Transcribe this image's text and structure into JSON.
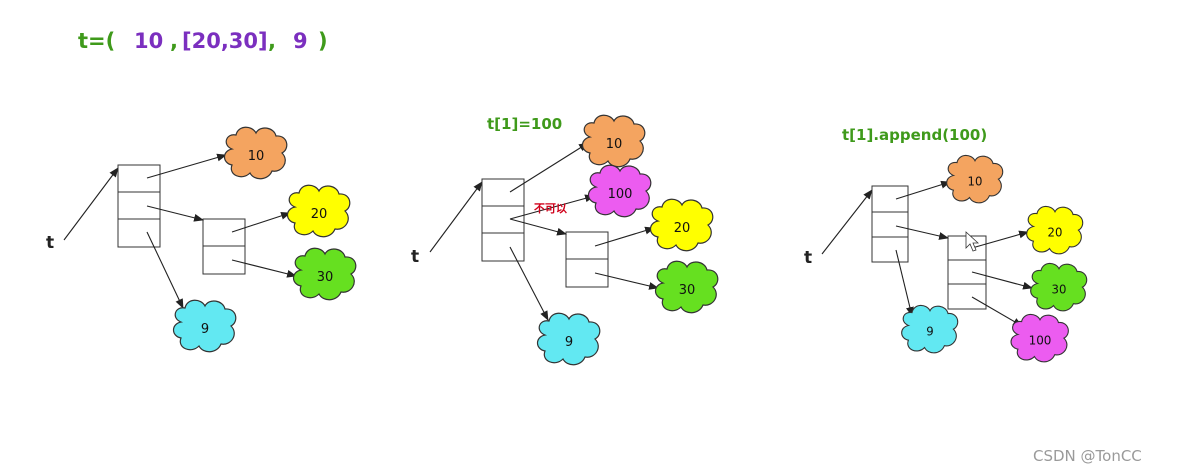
{
  "header": {
    "parts": [
      {
        "text": "t=(",
        "color": "#3f9a1b"
      },
      {
        "text": "10",
        "color": "#7b2fbf"
      },
      {
        "text": ",",
        "color": "#3f9a1b"
      },
      {
        "text": "[20,30]",
        "color": "#7b2fbf"
      },
      {
        "text": ",",
        "color": "#3f9a1b"
      },
      {
        "text": "9",
        "color": "#7b2fbf"
      },
      {
        "text": ")",
        "color": "#3f9a1b"
      }
    ]
  },
  "diagrams": [
    {
      "id": "original",
      "label": "",
      "variable": "t",
      "clouds": [
        {
          "value": "10",
          "color": "#f4a460"
        },
        {
          "value": "20",
          "color": "#ffff00"
        },
        {
          "value": "30",
          "color": "#66e020"
        },
        {
          "value": "9",
          "color": "#62e8f2"
        }
      ]
    },
    {
      "id": "assign",
      "label": "t[1]=100",
      "variable": "t",
      "warning": "不可以",
      "clouds": [
        {
          "value": "10",
          "color": "#f4a460"
        },
        {
          "value": "100",
          "color": "#ec5cf0"
        },
        {
          "value": "20",
          "color": "#ffff00"
        },
        {
          "value": "30",
          "color": "#66e020"
        },
        {
          "value": "9",
          "color": "#62e8f2"
        }
      ]
    },
    {
      "id": "append",
      "label": "t[1].append(100)",
      "variable": "t",
      "clouds": [
        {
          "value": "10",
          "color": "#f4a460"
        },
        {
          "value": "20",
          "color": "#ffff00"
        },
        {
          "value": "30",
          "color": "#66e020"
        },
        {
          "value": "100",
          "color": "#ec5cf0"
        },
        {
          "value": "9",
          "color": "#62e8f2"
        }
      ]
    }
  ],
  "watermark": "CSDN @TonCC"
}
